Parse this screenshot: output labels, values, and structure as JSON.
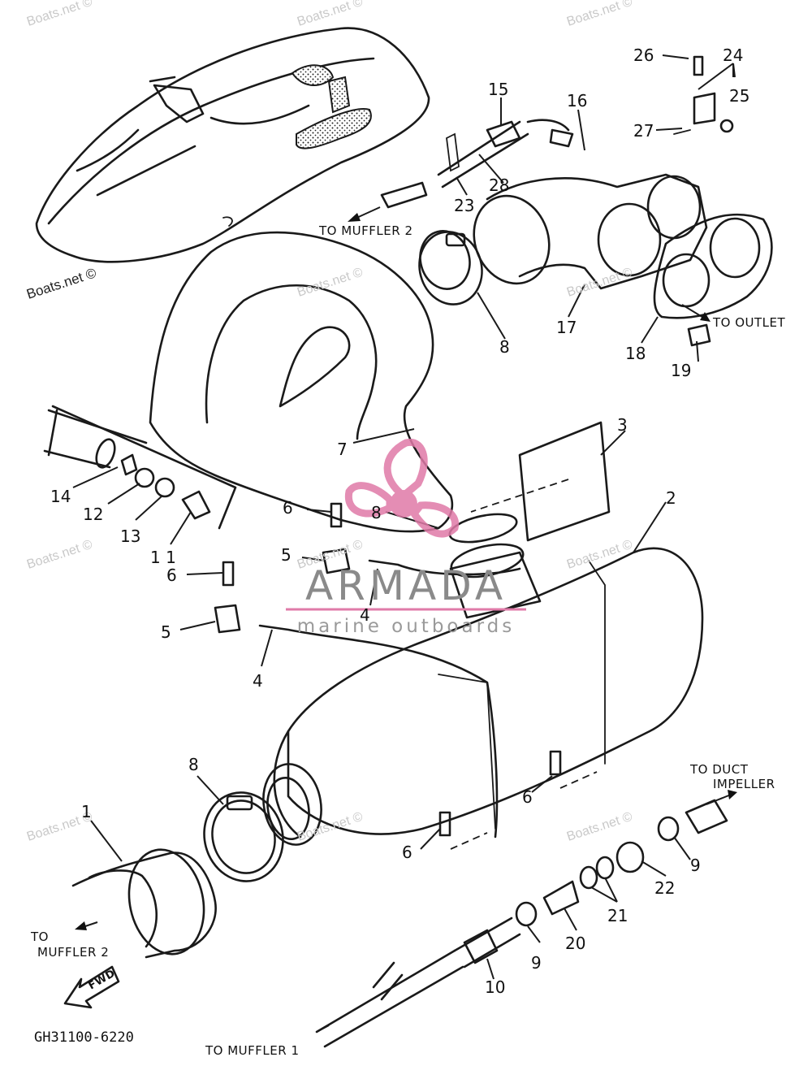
{
  "diagram_code": "GH31100-6220",
  "watermark": "Boats.net ©",
  "brand": {
    "name": "ARMADA",
    "tagline": "marine outboards",
    "color": "#e07aa8"
  },
  "fwd_label": "FWD",
  "notes": {
    "to_muffler_2_top": "TO MUFFLER 2",
    "to_outlet": "TO OUTLET",
    "to_duct_line1": "TO DUCT",
    "to_duct_line2": "IMPELLER",
    "to_muffler_2_bottom_line1": "TO",
    "to_muffler_2_bottom_line2": "MUFFLER 2",
    "to_muffler_1": "TO MUFFLER 1"
  },
  "callouts": {
    "n1": "1",
    "n2": "2",
    "n3": "3",
    "n4a": "4",
    "n4b": "4",
    "n5a": "5",
    "n5b": "5",
    "n6a": "6",
    "n6b": "6",
    "n6c": "6",
    "n6d": "6",
    "n7": "7",
    "n8a": "8",
    "n8b": "8",
    "n8c": "8",
    "n9a": "9",
    "n9b": "9",
    "n10": "10",
    "n11": "1 1",
    "n12": "12",
    "n13": "13",
    "n14": "14",
    "n15": "15",
    "n16": "16",
    "n17": "17",
    "n18": "18",
    "n19": "19",
    "n20": "20",
    "n21": "21",
    "n22": "22",
    "n23": "23",
    "n24": "24",
    "n25": "25",
    "n26": "26",
    "n27": "27",
    "n28": "28"
  }
}
